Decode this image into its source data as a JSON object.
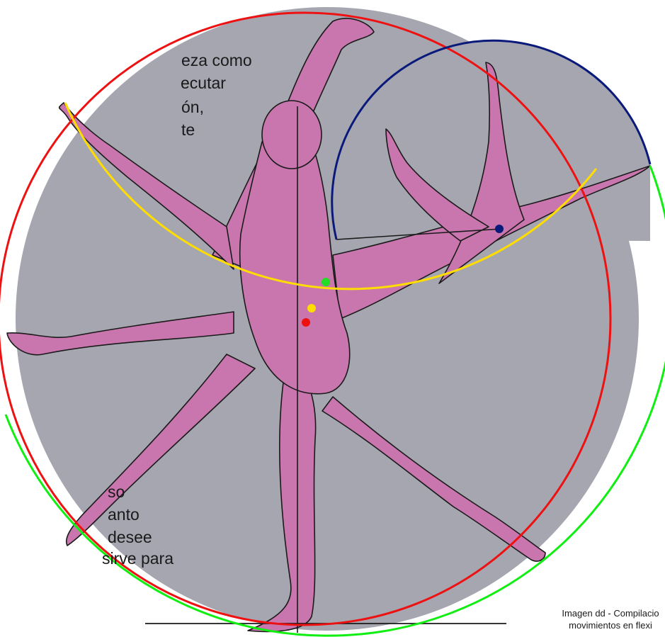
{
  "body_text": {
    "top_lines": [
      "eza como",
      "ecutar",
      "ón,",
      "te"
    ],
    "bottom_lines": [
      "so",
      "anto",
      "desee",
      "sirve para"
    ]
  },
  "caption": {
    "line1": "Imagen dd - Compilacio",
    "line2": "movimientos en flexi"
  },
  "colors": {
    "background_disc": "#a6a6b1",
    "figure_fill": "#c876ad",
    "outline": "#1a1a1a",
    "circle_red": "#ee1111",
    "circle_yellow": "#ffdd00",
    "circle_green": "#11ee11",
    "circle_navy": "#0a1a7a"
  },
  "markers": [
    {
      "name": "green-center-marker",
      "color": "#22dd22"
    },
    {
      "name": "yellow-center-marker",
      "color": "#ffdd00"
    },
    {
      "name": "red-center-marker",
      "color": "#ee1111"
    },
    {
      "name": "navy-center-marker",
      "color": "#0a1a7a"
    }
  ]
}
